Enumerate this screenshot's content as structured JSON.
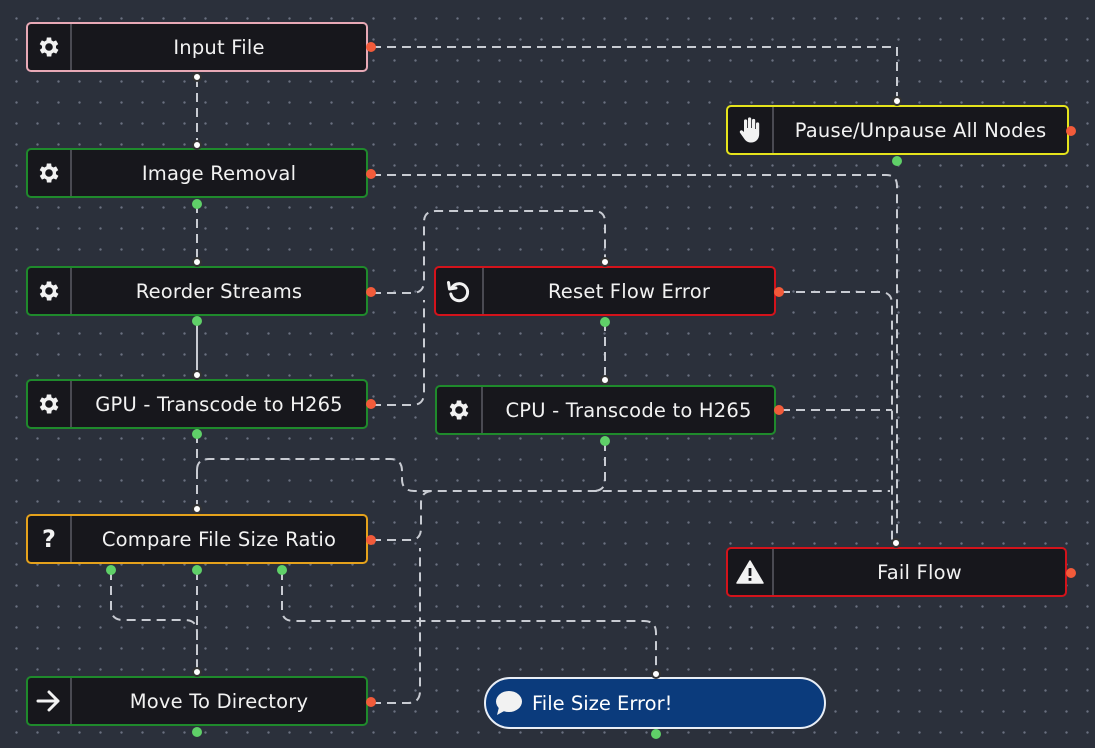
{
  "nodes": {
    "input_file": {
      "label": "Input File",
      "icon": "gear-icon"
    },
    "image_removal": {
      "label": "Image Removal",
      "icon": "gear-icon"
    },
    "reorder_streams": {
      "label": "Reorder Streams",
      "icon": "gear-icon"
    },
    "gpu_transcode": {
      "label": "GPU - Transcode to H265",
      "icon": "gear-icon"
    },
    "compare_ratio": {
      "label": "Compare File Size Ratio",
      "icon": "question-icon",
      "icon_glyph": "?"
    },
    "move_directory": {
      "label": "Move To Directory",
      "icon": "arrow-right-icon"
    },
    "pause_nodes": {
      "label": "Pause/Unpause All Nodes",
      "icon": "hand-icon"
    },
    "reset_flow_error": {
      "label": "Reset Flow Error",
      "icon": "undo-icon"
    },
    "cpu_transcode": {
      "label": "CPU - Transcode to H265",
      "icon": "gear-icon"
    },
    "fail_flow": {
      "label": "Fail Flow",
      "icon": "warning-icon"
    },
    "file_size_error": {
      "label": "File Size Error!",
      "icon": "speech-bubble-icon"
    }
  },
  "colors": {
    "canvas": "#2b303b",
    "node_fill": "#17171c",
    "success_border": "#1f8a2c",
    "error_border": "#d3131b",
    "pause_border": "#e5e41c",
    "condition_border": "#e5a21c",
    "input_border": "#e8a9b6",
    "message_fill": "#0b3b7c",
    "port_output": "#f25b3a",
    "port_success": "#5fd068",
    "wire": "#c8cbd2"
  }
}
